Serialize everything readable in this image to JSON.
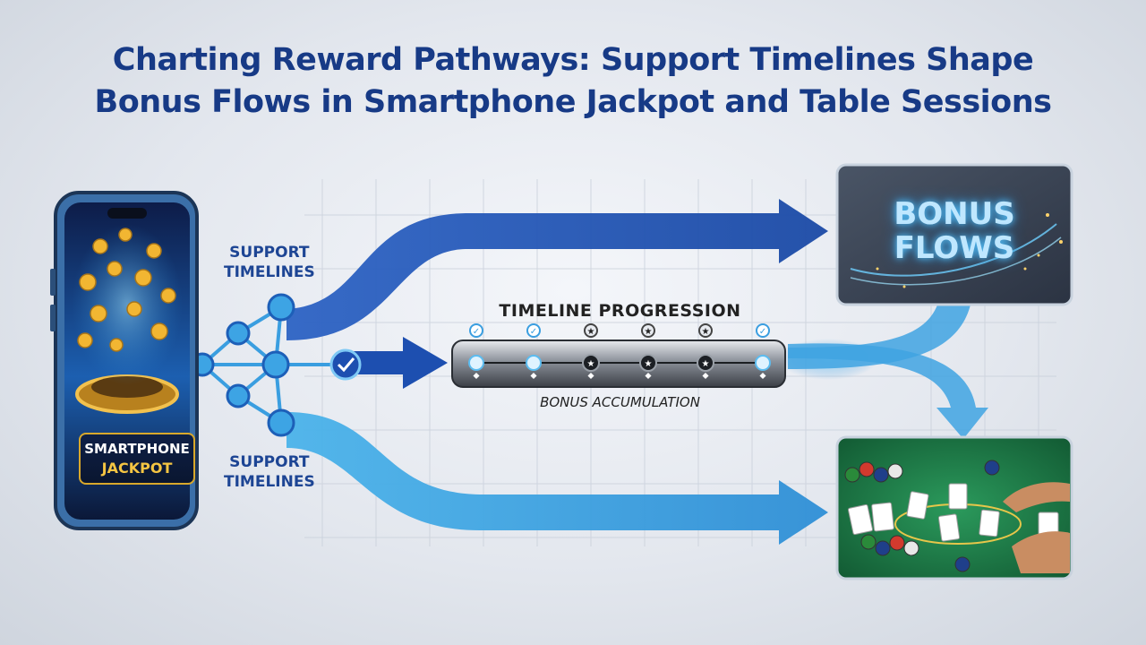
{
  "title": {
    "line1": "Charting Reward Pathways: Support Timelines Shape",
    "line2": "Bonus Flows in Smartphone Jackpot and Table Sessions"
  },
  "phone": {
    "label_line1": "SMARTPHONE",
    "label_line2": "JACKPOT"
  },
  "labels": {
    "support_top": [
      "SUPPORT",
      "TIMELINES"
    ],
    "support_bottom": [
      "SUPPORT",
      "TIMELINES"
    ]
  },
  "timeline": {
    "title": "TIMELINE PROGRESSION",
    "subtitle": "BONUS ACCUMULATION",
    "milestones": [
      "check",
      "check",
      "star",
      "star",
      "star",
      "check"
    ]
  },
  "bonus_panel": {
    "line1": "BONUS",
    "line2": "FLOWS"
  },
  "colors": {
    "title": "#173a86",
    "arrow_dark": "#1c4fb0",
    "arrow_light": "#3aa6e6",
    "node": "#3a9ee0",
    "felt": "#1f7a4a",
    "gold": "#f2b632"
  }
}
